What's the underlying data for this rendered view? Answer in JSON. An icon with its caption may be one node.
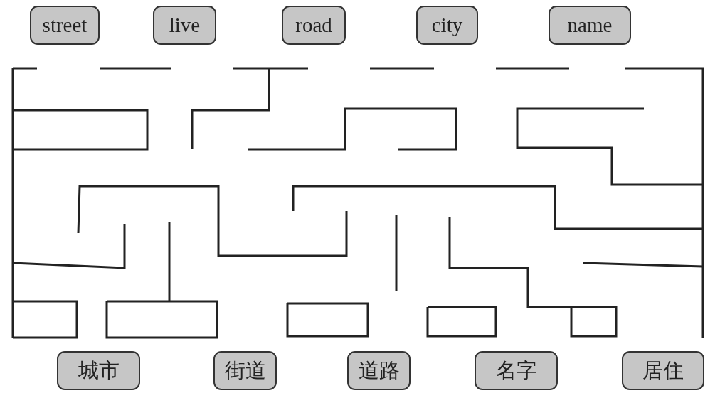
{
  "diagram": {
    "nodes": [
      {
        "text": [
          "street"
        ]
      },
      {
        "text": [
          "live"
        ]
      },
      {
        "text": [
          "road"
        ]
      },
      {
        "text": [
          "city"
        ]
      },
      {
        "text": [
          "name"
        ]
      },
      {
        "text": [
          "城市"
        ]
      },
      {
        "text": [
          "街道"
        ]
      },
      {
        "text": [
          "道路"
        ]
      },
      {
        "text": [
          "名字"
        ]
      },
      {
        "text": [
          "居住"
        ]
      }
    ]
  }
}
